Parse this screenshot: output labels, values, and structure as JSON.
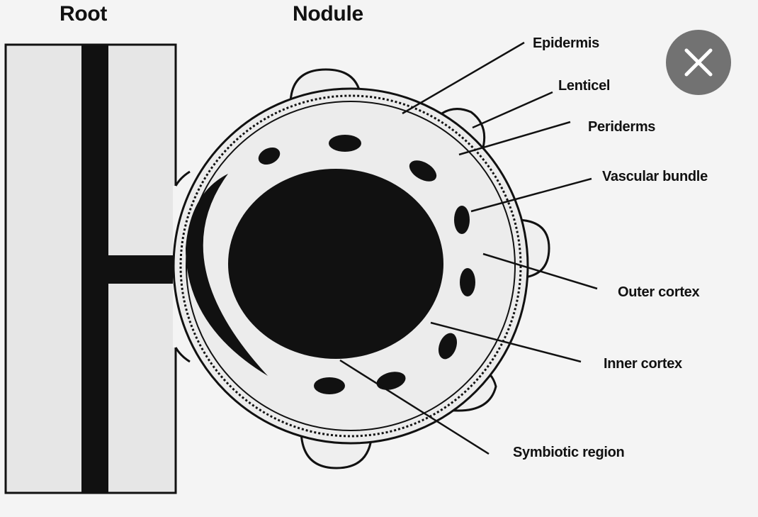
{
  "headers": {
    "root": "Root",
    "nodule": "Nodule"
  },
  "parts": [
    {
      "id": "epidermis",
      "label": "Epidermis"
    },
    {
      "id": "lenticel",
      "label": "Lenticel"
    },
    {
      "id": "periderm",
      "label": "Periderms"
    },
    {
      "id": "vascular-bundle",
      "label": "Vascular bundle"
    },
    {
      "id": "outer-cortex",
      "label": "Outer cortex"
    },
    {
      "id": "inner-cortex",
      "label": "Inner cortex"
    },
    {
      "id": "symbiotic-region",
      "label": "Symbiotic region"
    }
  ],
  "close_button": {
    "icon": "close-icon"
  },
  "colors": {
    "ink": "#111111",
    "root_fill": "#e6e6e6",
    "cortex_fill": "#ececec",
    "close_bg": "#727272",
    "close_glyph": "#ffffff"
  }
}
